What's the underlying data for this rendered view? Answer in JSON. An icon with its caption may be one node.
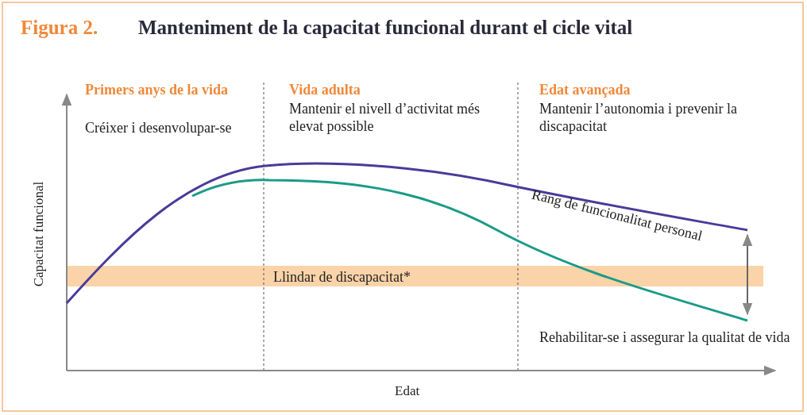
{
  "diagram": {
    "title": "Manteniment de la capacitat funcional durant el cicle vital",
    "labels": [
      "Figura 2.",
      "Primers anys de la vida",
      "Créixer i desenvolupar-se",
      "Vida adulta",
      "Mantenir el nivell d’activitat més elevat possible",
      "Edat avançada",
      "Mantenir l’autonomia i prevenir la discapacitat",
      "Capacitat funcional",
      "Rang de funcionalitat personal",
      "Llindar de discapacitat*",
      "Rehabilitar-se i assegurar la qualitat de vida",
      "Edat"
    ]
  }
}
